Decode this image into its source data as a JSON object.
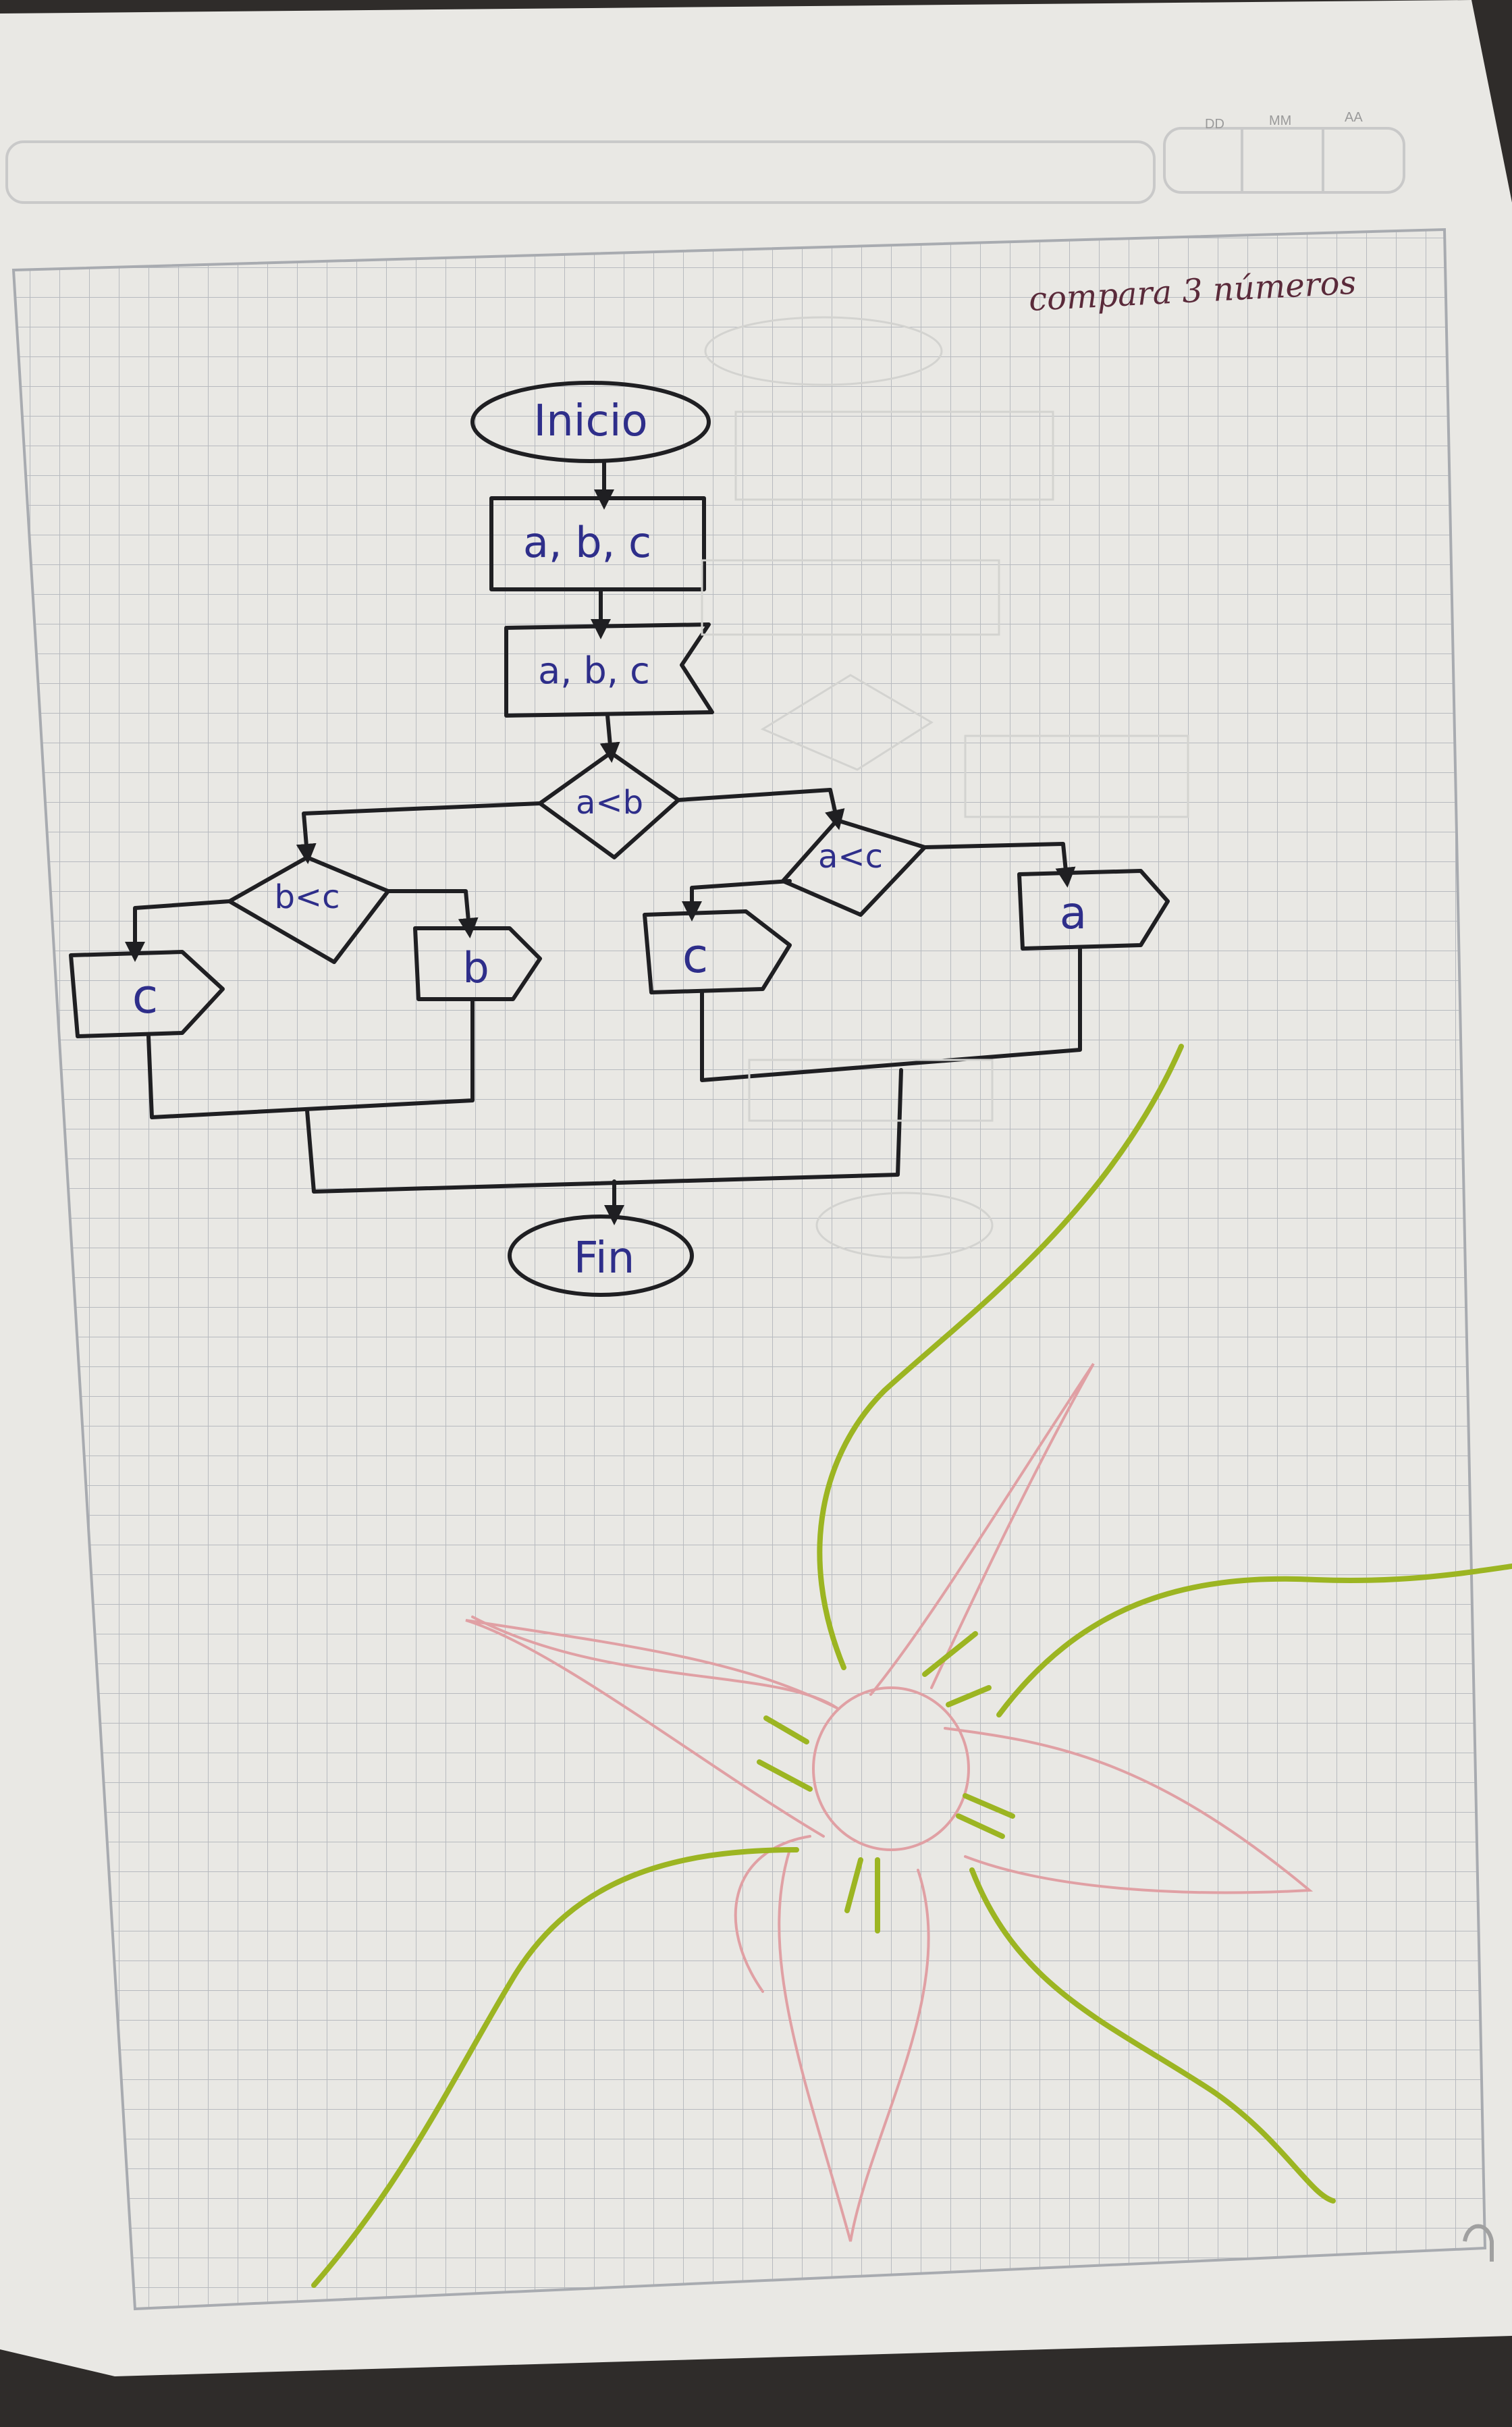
{
  "header": {
    "date_fields": [
      "DD",
      "MM",
      "AA"
    ]
  },
  "page_title": "compara 3 números",
  "flowchart": {
    "start": "Inicio",
    "input": "a, b, c",
    "display": "a, b, c",
    "decision_main": "a<b",
    "decision_left": "b<c",
    "decision_right": "a<c",
    "output_left_c": "c",
    "output_left_b": "b",
    "output_right_c": "c",
    "output_right_a": "a",
    "end": "Fin"
  },
  "colors": {
    "paper": "#e9e8e4",
    "grid": "#b9bcc0",
    "ink": "#1f1f22",
    "pen_blue": "#2e2e8a",
    "pencil_green": "#9cb522",
    "pencil_pink": "#e0a0a4"
  }
}
